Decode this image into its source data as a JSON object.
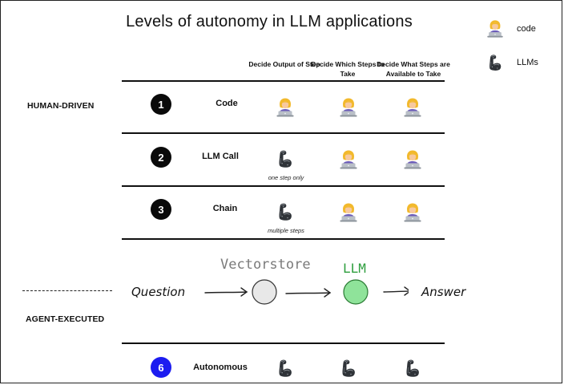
{
  "title": "Levels of autonomy in LLM applications",
  "legend": [
    {
      "icon": "person-at-laptop-icon",
      "label": "code"
    },
    {
      "icon": "flexed-arm-icon",
      "label": "LLMs"
    }
  ],
  "columns": [
    "Decide Output of Step",
    "Decide Which Steps to Take",
    "Decide What Steps are Available to Take"
  ],
  "side_labels": {
    "human": "HUMAN-DRIVEN",
    "agent": "AGENT-EXECUTED"
  },
  "rows": [
    {
      "number": "1",
      "name": "Code",
      "cells": [
        "code",
        "code",
        "code"
      ],
      "note": ""
    },
    {
      "number": "2",
      "name": "LLM Call",
      "cells": [
        "llm",
        "code",
        "code"
      ],
      "note": "one step only"
    },
    {
      "number": "3",
      "name": "Chain",
      "cells": [
        "llm",
        "code",
        "code"
      ],
      "note": "multiple steps"
    },
    {
      "number": "6",
      "name": "Autonomous",
      "cells": [
        "llm",
        "llm",
        "llm"
      ],
      "note": ""
    }
  ],
  "flow": {
    "question": "Question",
    "vectorstore": "Vectorstore",
    "llm": "LLM",
    "answer": "Answer"
  },
  "colors": {
    "level6_circle": "#1c1cf0",
    "llm_node": "#8fe39a",
    "llm_label": "#2e9e3e",
    "vectorstore_node": "#e8e8e8",
    "vectorstore_label": "#7a7a7a"
  }
}
